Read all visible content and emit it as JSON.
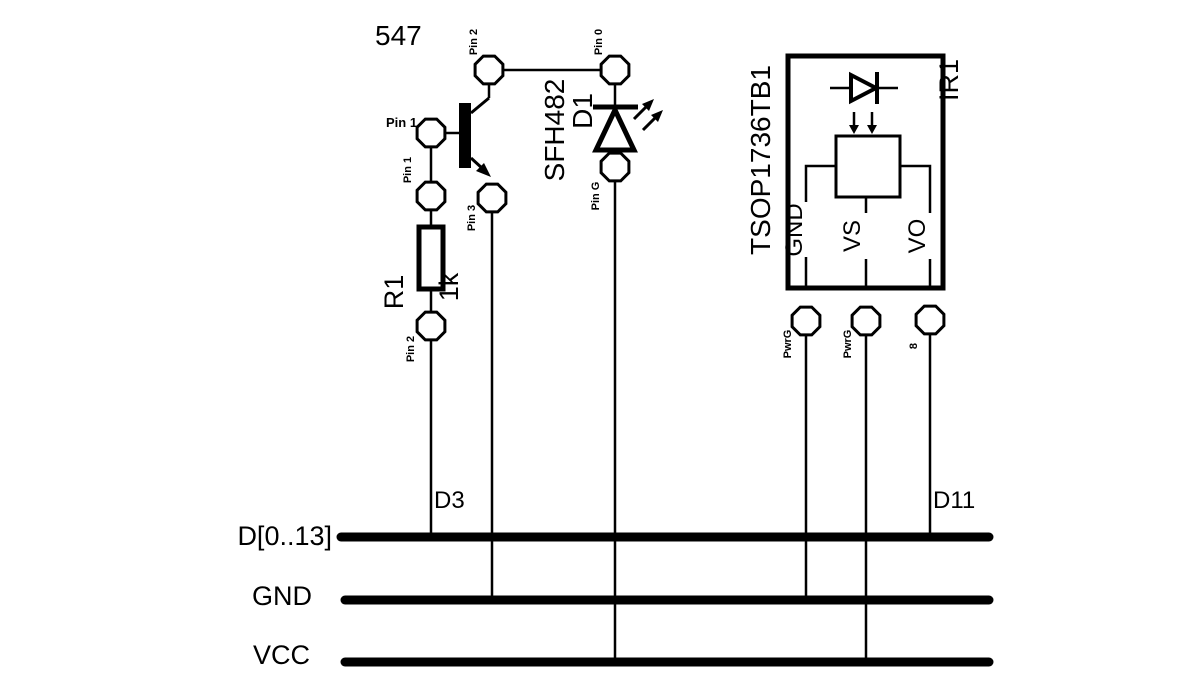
{
  "schematic": {
    "transistor": {
      "label": "547",
      "pin_collector": "Pin 2",
      "pin_base": "Pin 1",
      "pin_emitter": "Pin 3"
    },
    "resistor": {
      "ref": "R1",
      "value": "1k",
      "pin_top": "Pin 1",
      "pin_bottom": "Pin 2"
    },
    "ir_led": {
      "part": "SFH482",
      "ref": "D1",
      "pin_top": "Pin 0",
      "pin_bottom": "Pin G"
    },
    "ir_receiver": {
      "part": "TSOP1736TB1",
      "ref": "IR1",
      "pin_gnd": "GND",
      "pin_vs": "VS",
      "pin_vo": "VO",
      "pad_gnd": "PwrG",
      "pad_vs": "PwrG",
      "pad_vo": "8"
    },
    "net_labels": {
      "base_net": "D3",
      "output_net": "D11"
    },
    "buses": {
      "data": "D[0..13]",
      "gnd": "GND",
      "vcc": "VCC"
    },
    "colors": {
      "ink": "#000000",
      "background": "#ffffff"
    }
  }
}
